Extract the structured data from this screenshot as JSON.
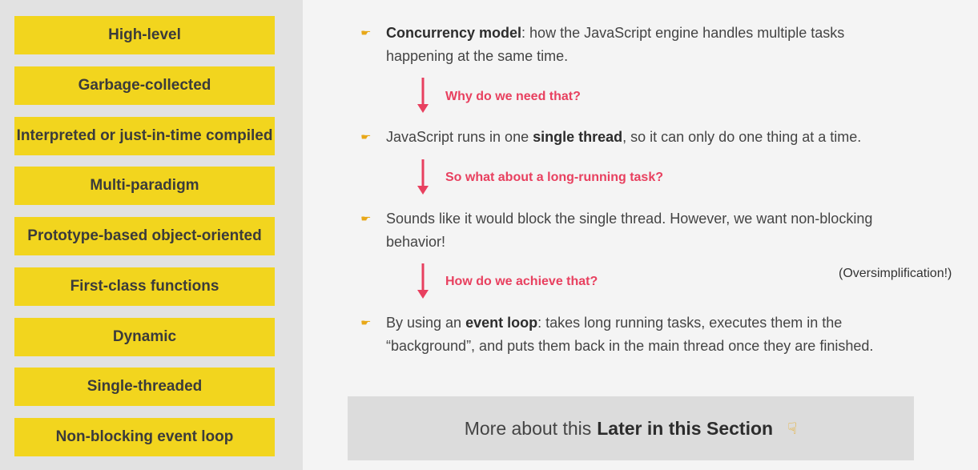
{
  "sidebar": {
    "items": [
      "High-level",
      "Garbage-collected",
      "Interpreted or just-in-time compiled",
      "Multi-paradigm",
      "Prototype-based object-oriented",
      "First-class functions",
      "Dynamic",
      "Single-threaded",
      "Non-blocking event loop"
    ]
  },
  "content": {
    "p1": {
      "bold": "Concurrency model",
      "rest": ": how the JavaScript engine handles multiple tasks",
      "line2": "happening at the same time."
    },
    "q1": "Why do we need that?",
    "p2": {
      "pre": "JavaScript runs in one ",
      "bold": "single thread",
      "post": ", so it can only do one thing at a time."
    },
    "q2": "So what about a long-running task?",
    "p3": {
      "line1": "Sounds like it would block the single thread. However, we want non-blocking",
      "line2": "behavior!"
    },
    "q3": "How do we achieve that?",
    "aside": "(Oversimplification!)",
    "p4": {
      "pre": "By using an ",
      "bold": "event loop",
      "post": ": takes long running tasks, executes them in the",
      "line2": "“background”, and puts them back in the main thread once they are finished."
    }
  },
  "banner": {
    "pre": "More about this",
    "bold": "Later in this Section"
  },
  "colors": {
    "yellow": "#f2d51e",
    "accent_red": "#e8405f",
    "hand": "#e8a818"
  },
  "icons": {
    "bullet": "pointing-hand-right-icon",
    "banner": "pointing-hand-down-icon"
  }
}
